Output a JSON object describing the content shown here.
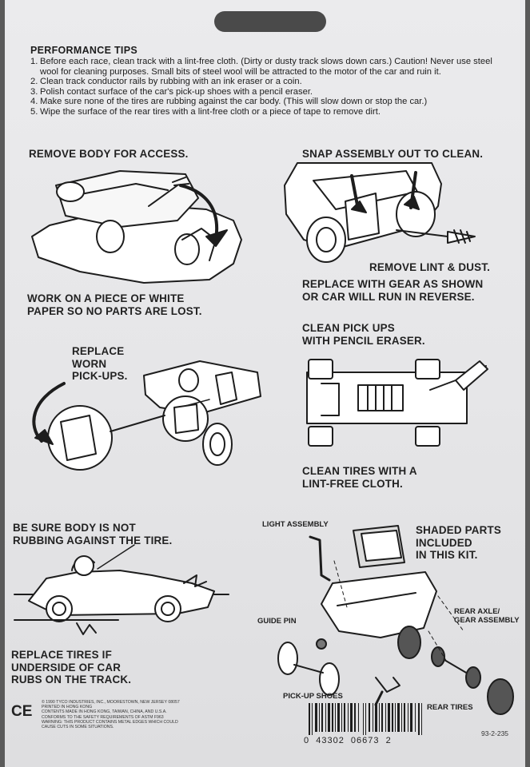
{
  "tips": {
    "title": "PERFORMANCE TIPS",
    "items": [
      {
        "num": "1.",
        "text": "Before each race, clean track with a lint-free cloth. (Dirty or dusty track slows down cars.) Caution! Never use steel wool for cleaning purposes. Small bits of steel wool will be attracted to the motor of the car and ruin it."
      },
      {
        "num": "2.",
        "text": "Clean track conductor rails by rubbing with an ink eraser or a coin."
      },
      {
        "num": "3.",
        "text": "Polish contact surface of the car's pick-up shoes with a pencil eraser."
      },
      {
        "num": "4.",
        "text": "Make sure none of the tires are rubbing against the car body. (This will slow down or stop the car.)"
      },
      {
        "num": "5.",
        "text": "Wipe the surface of the rear tires with a lint-free cloth or a piece of tape to remove dirt."
      }
    ]
  },
  "captions": {
    "remove_body": "REMOVE BODY FOR ACCESS.",
    "snap_assembly": "SNAP ASSEMBLY OUT TO CLEAN.",
    "remove_lint": "REMOVE LINT & DUST.",
    "replace_gear": "REPLACE WITH GEAR AS SHOWN\nOR CAR WILL RUN IN REVERSE.",
    "work_paper": "WORK ON A PIECE OF WHITE\nPAPER SO NO PARTS ARE LOST.",
    "clean_pickups": "CLEAN PICK UPS\nWITH PENCIL ERASER.",
    "replace_worn": "REPLACE\nWORN\nPICK-UPS.",
    "clean_tires": "CLEAN TIRES WITH A\nLINT-FREE CLOTH.",
    "body_not_rubbing": "BE SURE BODY IS NOT\nRUBBING AGAINST THE TIRE.",
    "shaded_parts": "SHADED PARTS\nINCLUDED\nIN THIS KIT.",
    "replace_tires": "REPLACE TIRES IF\nUNDERSIDE OF CAR\nRUBS ON THE TRACK."
  },
  "labels": {
    "light_assembly": "LIGHT ASSEMBLY",
    "rear_axle": "REAR AXLE/\nGEAR ASSEMBLY",
    "guide_pin": "GUIDE PIN",
    "pickup_shoes": "PICK-UP SHOES",
    "rear_tires": "REAR TIRES"
  },
  "fine_print": "© 1990 TYCO INDUSTRIES, INC., MOORESTOWN, NEW JERSEY 08057\nPRINTED IN HONG KONG\nCONTENTS MADE IN HONG KONG, TAIWAN, CHINA, AND U.S.A.\nCONFORMS TO THE SAFETY REQUIREMENTS OF ASTM F963\nWARNING: THIS PRODUCT CONTAINS METAL EDGES WHICH COULD\nCAUSE CUTS IN SOME SITUATIONS.",
  "ce_mark": "CE",
  "product_code": "93-2-235",
  "barcode_digits": "0  43302  06673  2",
  "colors": {
    "ink": "#1d1d1d",
    "card": "#e8e8ea",
    "background": "#5a5a5a"
  }
}
